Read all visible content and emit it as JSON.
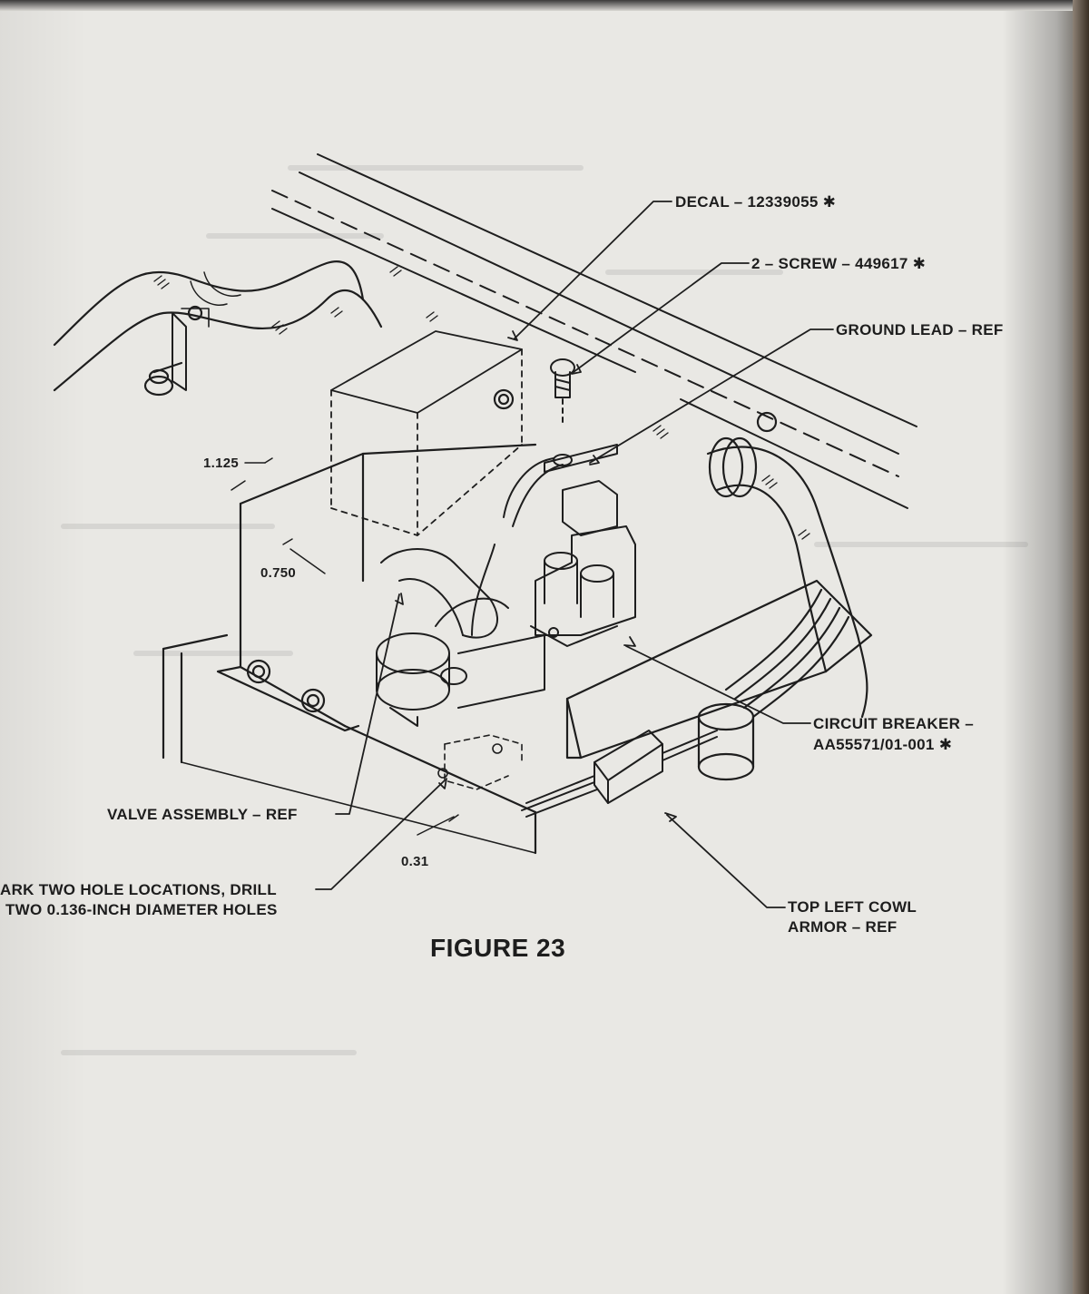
{
  "figure": {
    "caption": "FIGURE 23"
  },
  "callouts": {
    "decal": "DECAL – 12339055 ✱",
    "screw": "2 – SCREW – 449617 ✱",
    "ground_lead": "GROUND LEAD – REF",
    "circuit_breaker_line1": "CIRCUIT BREAKER –",
    "circuit_breaker_line2": "AA55571/01-001 ✱",
    "valve_assembly": "VALVE ASSEMBLY – REF",
    "drill_note_line1": "ARK TWO HOLE LOCATIONS, DRILL",
    "drill_note_line2": "TWO 0.136-INCH DIAMETER HOLES",
    "cowl_armor_line1": "TOP LEFT COWL",
    "cowl_armor_line2": "ARMOR – REF"
  },
  "dimensions": {
    "d1": "1.125",
    "d2": "0.750",
    "d3": "0.31"
  }
}
